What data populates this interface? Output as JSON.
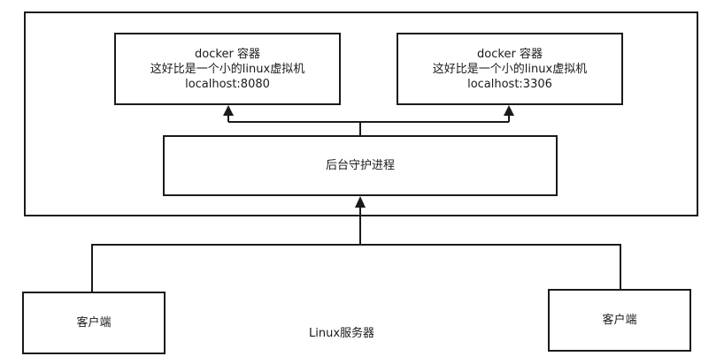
{
  "server_label": "Linux服务器",
  "containers": [
    {
      "title": "docker 容器",
      "desc": "这好比是一个小的linux虚拟机",
      "address": "localhost:8080"
    },
    {
      "title": "docker 容器",
      "desc": "这好比是一个小的linux虚拟机",
      "address": "localhost:3306"
    }
  ],
  "daemon_label": "后台守护进程",
  "clients": [
    {
      "label": "客户端"
    },
    {
      "label": "客户端"
    }
  ]
}
